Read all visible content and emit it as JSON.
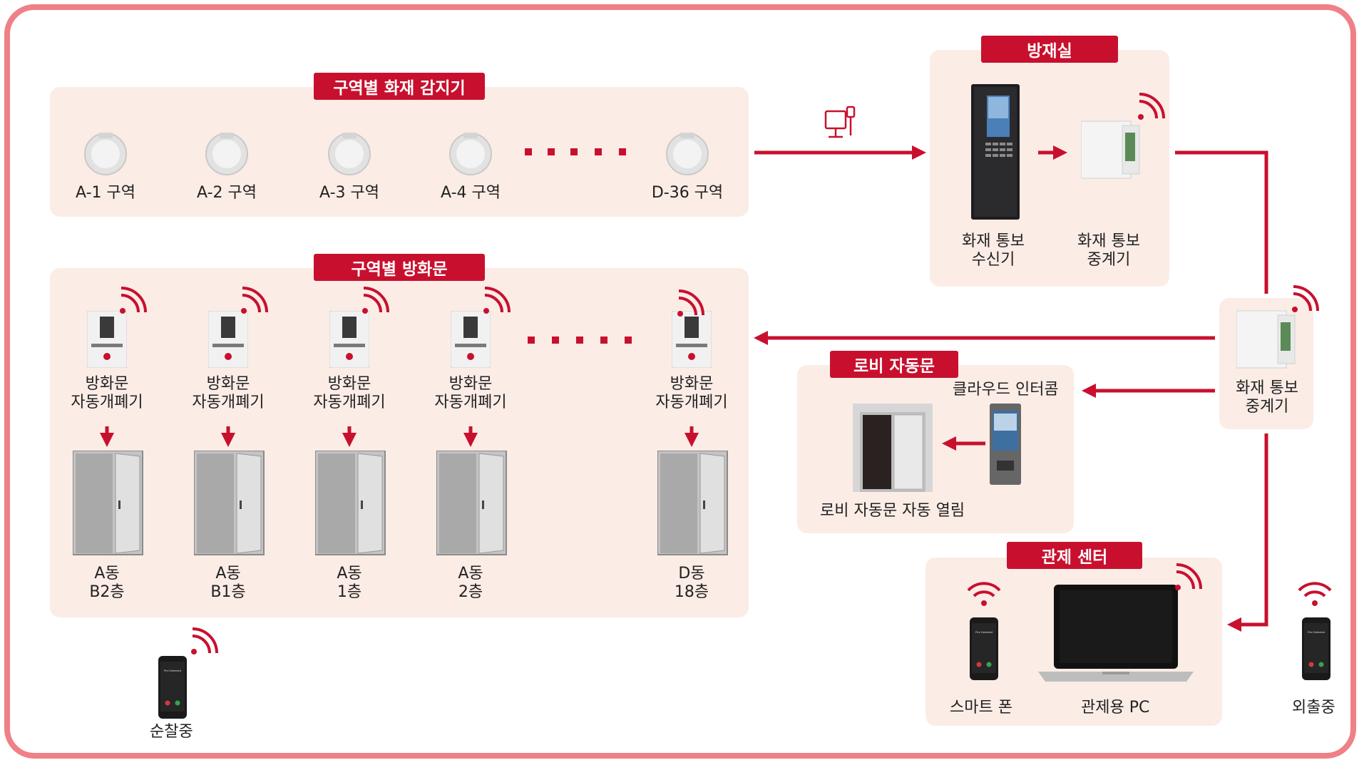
{
  "sections": {
    "detectors_title": "구역별 화재 감지기",
    "firedoors_title": "구역별 방화문",
    "control_room_title": "방재실",
    "lobby_title": "로비 자동문",
    "monitor_title": "관제 센터"
  },
  "detectors": [
    {
      "label": "A-1 구역"
    },
    {
      "label": "A-2 구역"
    },
    {
      "label": "A-3 구역"
    },
    {
      "label": "A-4 구역"
    },
    {
      "label": "D-36 구역"
    }
  ],
  "door_closers": {
    "line1": "방화문",
    "line2": "자동개폐기"
  },
  "doors": [
    {
      "line1": "A동",
      "line2": "B2층"
    },
    {
      "line1": "A동",
      "line2": "B1층"
    },
    {
      "line1": "A동",
      "line2": "1층"
    },
    {
      "line1": "A동",
      "line2": "2층"
    },
    {
      "line1": "D동",
      "line2": "18층"
    }
  ],
  "control_room": {
    "receiver_line1": "화재 통보",
    "receiver_line2": "수신기",
    "repeater_line1": "화재 통보",
    "repeater_line2": "중계기"
  },
  "repeater2": {
    "line1": "화재 통보",
    "line2": "중계기"
  },
  "lobby": {
    "intercom_label": "클라우드 인터콤",
    "door_open_label": "로비 자동문 자동 열림"
  },
  "monitor": {
    "phone_label": "스마트 폰",
    "pc_label": "관제용 PC"
  },
  "patrol_label": "순찰중",
  "away_label": "외출중",
  "phone_screen_text": "Fire Detected",
  "colors": {
    "accent": "#c8102e",
    "frame": "#ef8087",
    "panel": "#fbece6"
  }
}
